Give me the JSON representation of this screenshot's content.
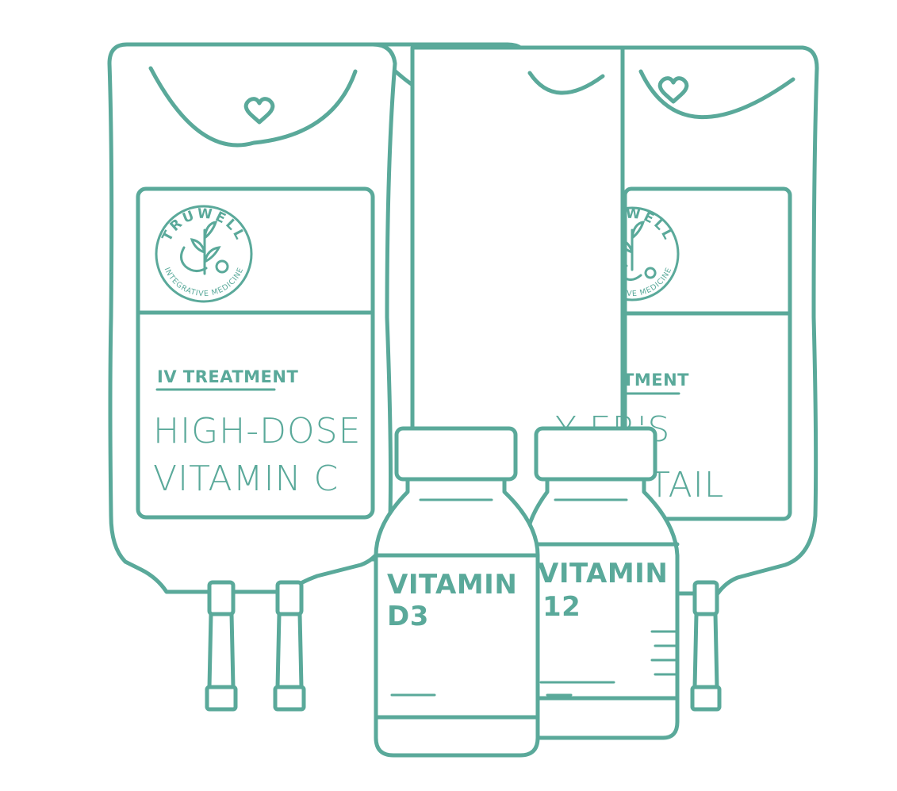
{
  "colors": {
    "line": "#5aa99a",
    "background": "#ffffff"
  },
  "logo": {
    "name": "TRUWELL",
    "subtitle": "INTEGRATIVE MEDICINE"
  },
  "iv_bags": [
    {
      "tag": "IV TREATMENT",
      "title_line1": "HIGH-DOSE",
      "title_line2": "VITAMIN C"
    },
    {
      "tag": "TMENT",
      "title_line1": "Y  ER'S",
      "title_line2": "CKTAIL"
    }
  ],
  "vials": [
    {
      "line1": "VITAMIN",
      "line2": "D3"
    },
    {
      "line1": "VITAMIN",
      "line2": "12"
    }
  ],
  "icons": [
    "heart-icon",
    "leaf-icon",
    "stethoscope-icon"
  ]
}
